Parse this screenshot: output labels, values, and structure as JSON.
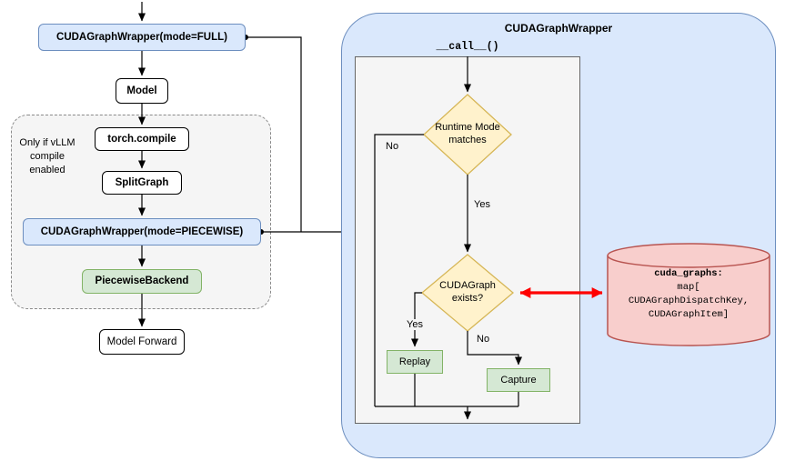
{
  "left_flow": {
    "wrapper_full_label": "CUDAGraphWrapper(mode=FULL)",
    "model_label": "Model",
    "group_note": "Only if vLLM compile enabled",
    "torch_compile_label": "torch.compile",
    "split_graph_label": "SplitGraph",
    "wrapper_piecewise_label": "CUDAGraphWrapper(mode=PIECEWISE)",
    "piecewise_backend_label": "PiecewiseBackend",
    "model_forward_label": "Model Forward"
  },
  "panel": {
    "title": "CUDAGraphWrapper",
    "call_label": "__call__()",
    "runtime_diamond_label": "Runtime Mode matches",
    "exists_diamond_label": "CUDAGraph exists?",
    "no_label_1": "No",
    "yes_label_1": "Yes",
    "yes_label_2": "Yes",
    "no_label_2": "No",
    "replay_label": "Replay",
    "capture_label": "Capture"
  },
  "datastore": {
    "title": "cuda_graphs:",
    "lines": [
      "map[",
      "CUDAGraphDispatchKey,",
      "CUDAGraphItem]"
    ]
  },
  "colors": {
    "blue_fill": "#dae8fc",
    "blue_stroke": "#6c8ebf",
    "green_fill": "#d5e8d4",
    "green_stroke": "#82b366",
    "yellow_fill": "#fff2cc",
    "yellow_stroke": "#d6b656",
    "pink_fill": "#f8cecc",
    "pink_stroke": "#b85450",
    "red_arrow": "#ff0000",
    "group_fill": "#f5f5f5"
  }
}
